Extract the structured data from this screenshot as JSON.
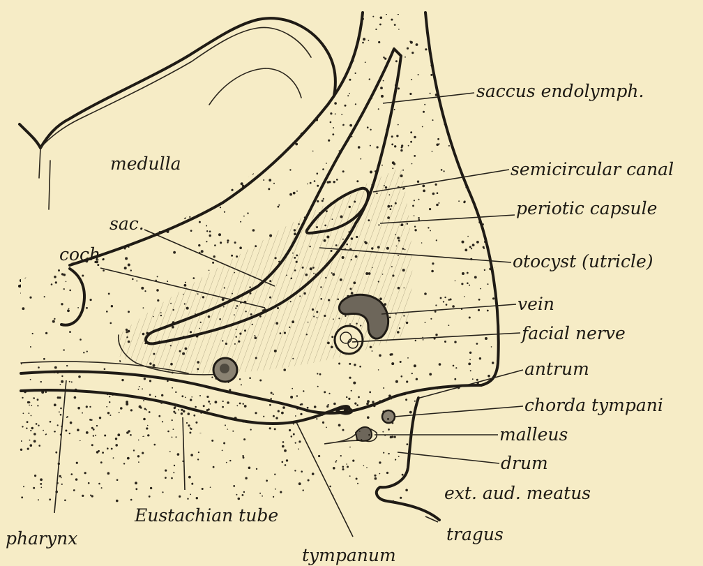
{
  "labels": {
    "medulla": "medulla",
    "saccus": "saccus endolymph.",
    "semicircular": "semicircular canal",
    "periotic": "periotic capsule",
    "otocyst": "otocyst (utricle)",
    "sac": "sac.",
    "coch": "coch.",
    "vein": "vein",
    "facial": "facial nerve",
    "antrum": "antrum",
    "chorda": "chorda tympani",
    "malleus": "malleus",
    "drum": "drum",
    "meatus": "ext. aud. meatus",
    "eustachian": "Eustachian tube",
    "pharynx": "pharynx",
    "tympanum": "tympanum",
    "tragus": "tragus"
  },
  "colors": {
    "paper": "#f6ecc6",
    "ink": "#1f1b15",
    "stipple": "#2a251c",
    "hatch": "#b8ae8c",
    "fill_dark": "#6d665a"
  }
}
